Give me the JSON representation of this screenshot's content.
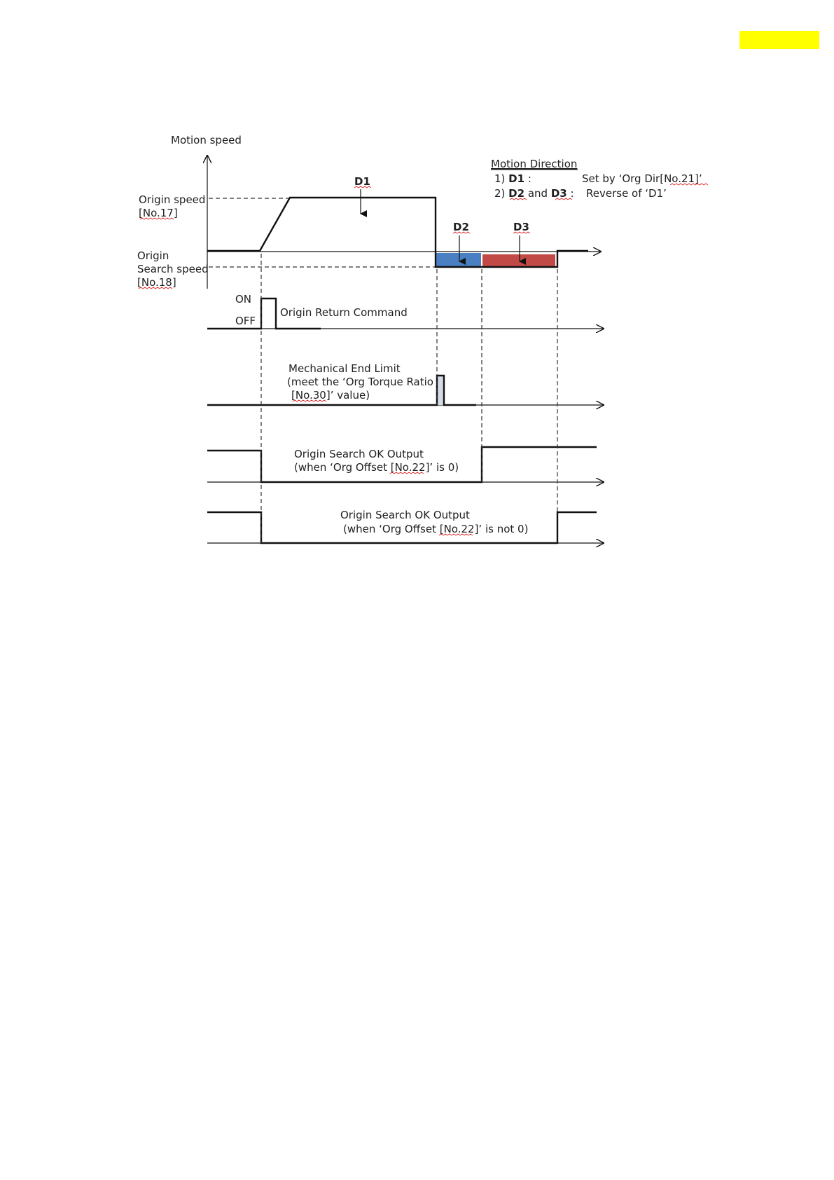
{
  "colors": {
    "highlight": "#ffff00",
    "d2_fill": "#4a7fc1",
    "d3_fill": "#c24a46",
    "limit_pulse_fill": "#d5dbe6"
  },
  "labels": {
    "motion_speed": "Motion speed",
    "origin_speed_1": "Origin speed",
    "origin_speed_2": "[No.17]",
    "origin_search_1": "Origin",
    "origin_search_2": "Search speed",
    "origin_search_3": "[No.18]",
    "on": "ON",
    "off": "OFF",
    "return_cmd": "Origin Return Command",
    "mech_1": "Mechanical End Limit",
    "mech_2": "(meet the ‘Org Torque Ratio",
    "mech_3": "[No.30]’ value)",
    "ok1_1": "Origin Search OK Output",
    "ok1_2": "(when ‘Org Offset [No.22]’ is 0)",
    "ok2_1": "Origin Search OK Output",
    "ok2_2": "(when ‘Org Offset [No.22]’ is not 0)",
    "d1": "D1",
    "d2": "D2",
    "d3": "D3"
  },
  "legend": {
    "title": "Motion Direction",
    "line1_prefix": "1) ",
    "line1_key": "D1",
    "line1_sep": " :",
    "line1_value": "Set by ‘Org Dir[No.21]’",
    "line2_prefix": "2) ",
    "line2_key_a": "D2",
    "line2_and": " and ",
    "line2_key_b": "D3",
    "line2_sep": " :",
    "line2_value": "Reverse  of ‘D1’"
  }
}
